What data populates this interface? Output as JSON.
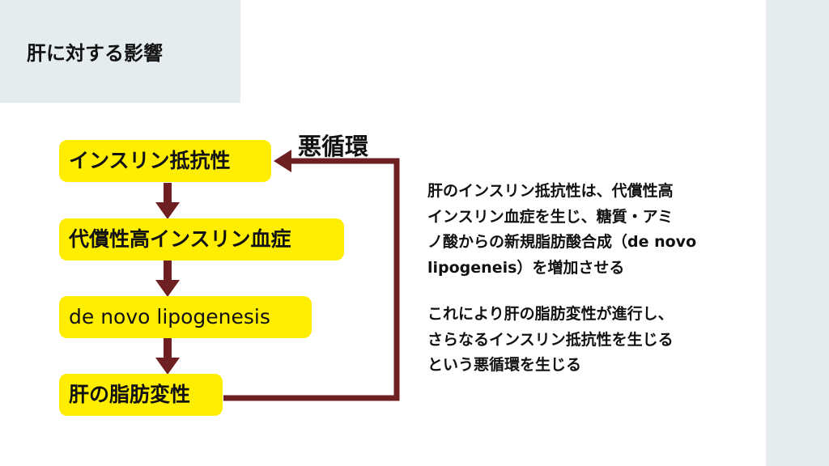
{
  "title": "肝に対する影響",
  "flow": {
    "boxes": [
      "インスリン抵抗性",
      "代償性高インスリン血症",
      "de novo lipogenesis",
      "肝の脂肪変性"
    ],
    "loop_label": "悪循環"
  },
  "description": {
    "para1": [
      "肝のインスリン抵抗性は、代償性高",
      "インスリン血症を生じ、糖質・アミ",
      "ノ酸からの新規脂肪酸合成（de novo",
      "lipogeneis）を増加させる"
    ],
    "para2": [
      "これにより肝の脂肪変性が進行し、",
      "さらなるインスリン抵抗性を生じる",
      "という悪循環を生じる"
    ]
  },
  "colors": {
    "box": "#ffee00",
    "arrow": "#6e1f22",
    "panel": "#e4ecef"
  }
}
